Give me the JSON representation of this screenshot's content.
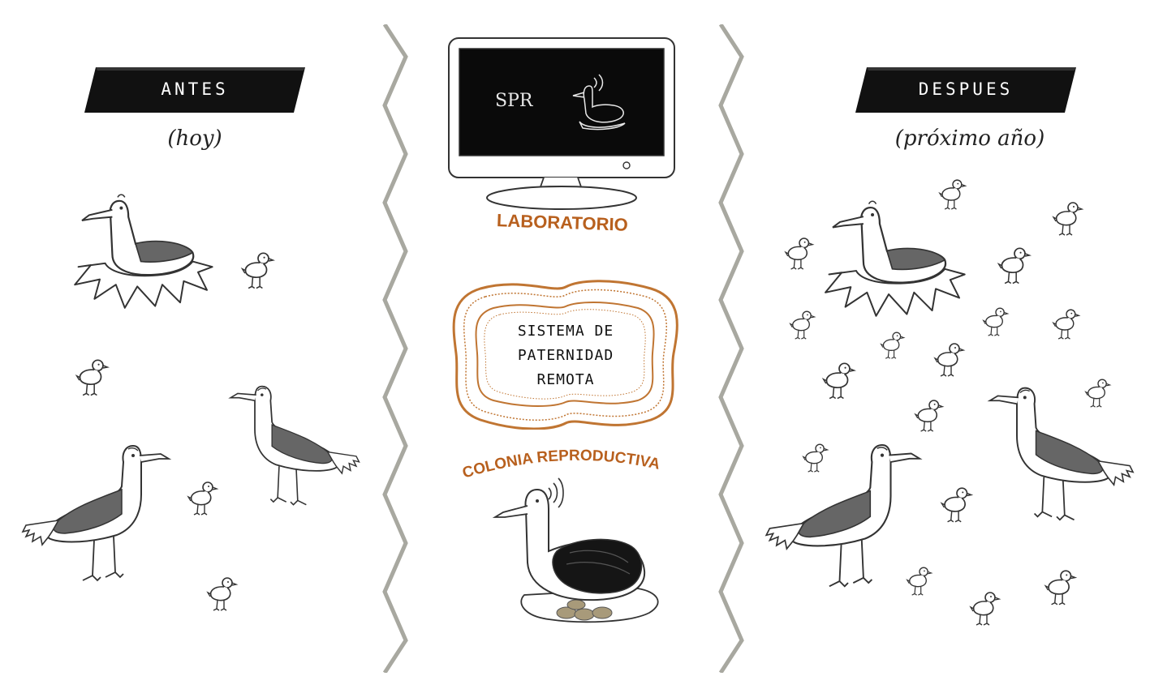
{
  "left": {
    "title": "ANTES",
    "subtitle": "(hoy)"
  },
  "right": {
    "title": "DESPUES",
    "subtitle": "(próximo año)"
  },
  "center": {
    "monitor_label": "SPR",
    "lab_label": "LABORATORIO",
    "system_lines": [
      "SISTEMA DE",
      "PATERNIDAD",
      "REMOTA"
    ],
    "colony_label": "COLONIA REPRODUCTIVA"
  },
  "colors": {
    "banner": "#111111",
    "accent": "#b8601e",
    "divider": "#a8a8a0",
    "wing": "#666666"
  },
  "icons": [
    "seabird-on-nest",
    "standing-seabird",
    "chick",
    "computer-monitor",
    "radio-signal",
    "nest-eggs"
  ]
}
